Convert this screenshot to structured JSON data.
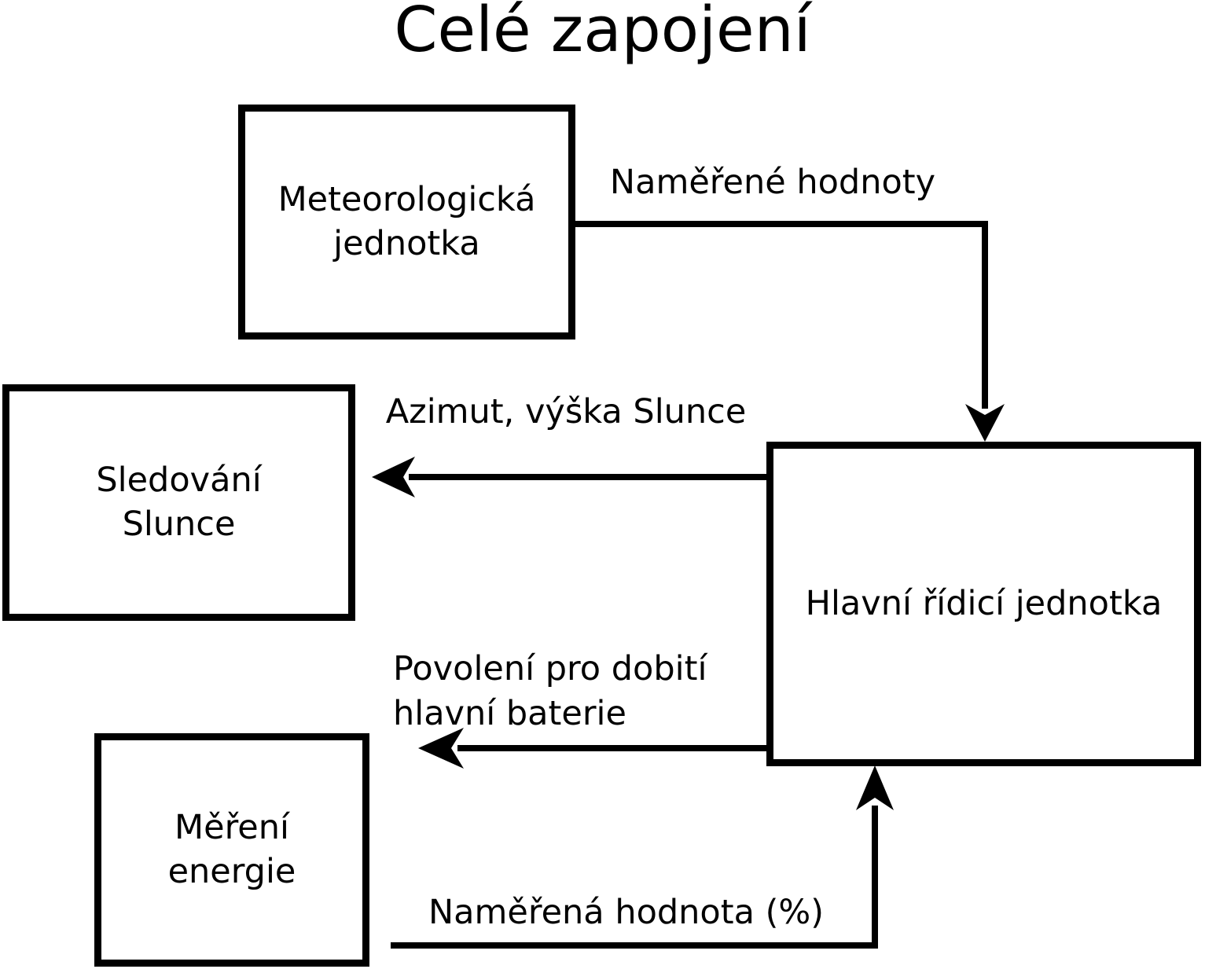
{
  "title": "Celé zapojení",
  "colors": {
    "background": "#ffffff",
    "line": "#000000",
    "text": "#000000"
  },
  "nodes": [
    {
      "id": "meteorologicka-jednotka",
      "label": "Meteorologická\njednotka"
    },
    {
      "id": "sledovani-slunce",
      "label": "Sledování\nSlunce"
    },
    {
      "id": "mereni-energie",
      "label": "Měření\nenergie"
    },
    {
      "id": "hlavni-ridici-jednotka",
      "label": "Hlavní řídicí jednotka"
    }
  ],
  "edges": [
    {
      "from": "Meteorologická jednotka",
      "to": "Hlavní řídicí jednotka",
      "label": "Naměřené hodnoty"
    },
    {
      "from": "Hlavní řídicí jednotka",
      "to": "Sledování Slunce",
      "label": "Azimut, výška Slunce"
    },
    {
      "from": "Hlavní řídicí jednotka",
      "to": "Měření energie",
      "label": "Povolení pro dobití\nhlavní baterie"
    },
    {
      "from": "Měření energie",
      "to": "Hlavní řídicí jednotka",
      "label": "Naměřená hodnota (%)"
    }
  ]
}
